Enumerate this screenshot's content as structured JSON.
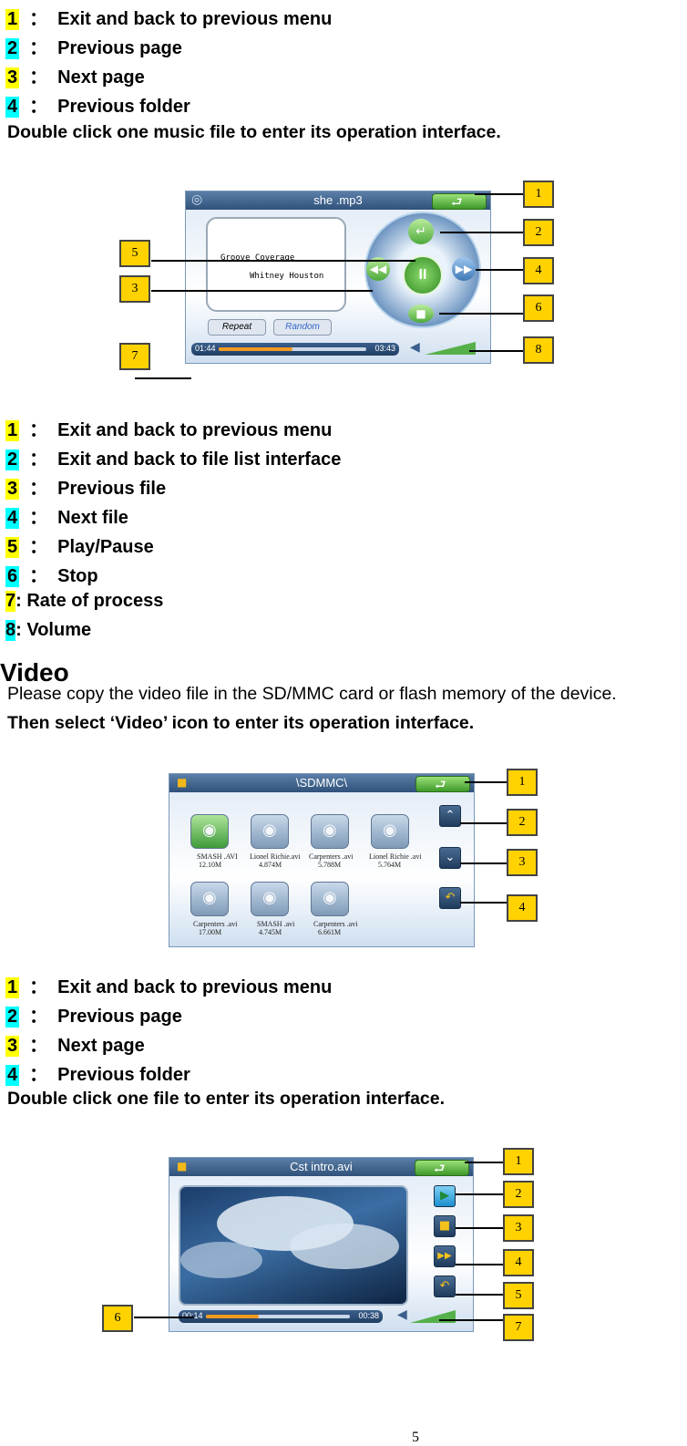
{
  "sep": "：",
  "section1": {
    "items": [
      {
        "num": "1",
        "text": "Exit and back to previous menu"
      },
      {
        "num": "2",
        "text": "Previous page"
      },
      {
        "num": "3",
        "text": "Next page"
      },
      {
        "num": "4",
        "text": "Previous folder"
      }
    ],
    "footer": "Double click one music file to enter its operation interface."
  },
  "music_player": {
    "title": "she .mp3",
    "lines": [
      "Groove Coverage",
      "Whitney Houston"
    ],
    "repeat": "Repeat",
    "random": "Random",
    "time_elapsed": "01:44",
    "time_total": "03:43",
    "progress": 0.5,
    "tags": [
      "1",
      "2",
      "4",
      "6",
      "8",
      "5",
      "3",
      "7"
    ]
  },
  "section2": {
    "items": [
      {
        "num": "1",
        "text": "Exit and back to previous menu"
      },
      {
        "num": "2",
        "text": "Exit and back to file list interface"
      },
      {
        "num": "3",
        "text": "Previous file"
      },
      {
        "num": "4",
        "text": "Next file"
      },
      {
        "num": "5",
        "text": "Play/Pause"
      },
      {
        "num": "6",
        "text": "Stop"
      }
    ],
    "rate_num": "7",
    "rate_text": ": Rate of process",
    "volume_num": "8",
    "volume_text": ": Volume"
  },
  "video_heading": "Video",
  "video_intro": "Please copy the video file in the SD/MMC card or flash memory of the device.",
  "video_select": "Then select ‘Video’ icon to enter its operation interface.",
  "file_list": {
    "title": "\\SDMMC\\",
    "files": [
      {
        "name": "SMASH .AVI",
        "size": "12.10M"
      },
      {
        "name": "Lionel Richie.avi",
        "size": "4.874M"
      },
      {
        "name": "Carpenters .avi",
        "size": "5.788M"
      },
      {
        "name": "Lionel Richie .avi",
        "size": "5.764M"
      },
      {
        "name": "Carpenters .avi",
        "size": "17.00M"
      },
      {
        "name": "SMASH .avi",
        "size": "4.745M"
      },
      {
        "name": "Carpenters .avi",
        "size": "6.661M"
      }
    ],
    "tags": [
      "1",
      "2",
      "3",
      "4"
    ]
  },
  "section3": {
    "items": [
      {
        "num": "1",
        "text": "Exit and back to previous menu"
      },
      {
        "num": "2",
        "text": "Previous page"
      },
      {
        "num": "3",
        "text": "Next page"
      },
      {
        "num": "4",
        "text": "Previous folder"
      }
    ],
    "footer": "Double click one file to enter its operation interface."
  },
  "video_player": {
    "title": "Cst intro.avi",
    "time_elapsed": "00:14",
    "time_total": "00:38",
    "progress": 0.37,
    "tags": [
      "1",
      "2",
      "3",
      "4",
      "5",
      "7",
      "6"
    ]
  },
  "page_number": "5"
}
